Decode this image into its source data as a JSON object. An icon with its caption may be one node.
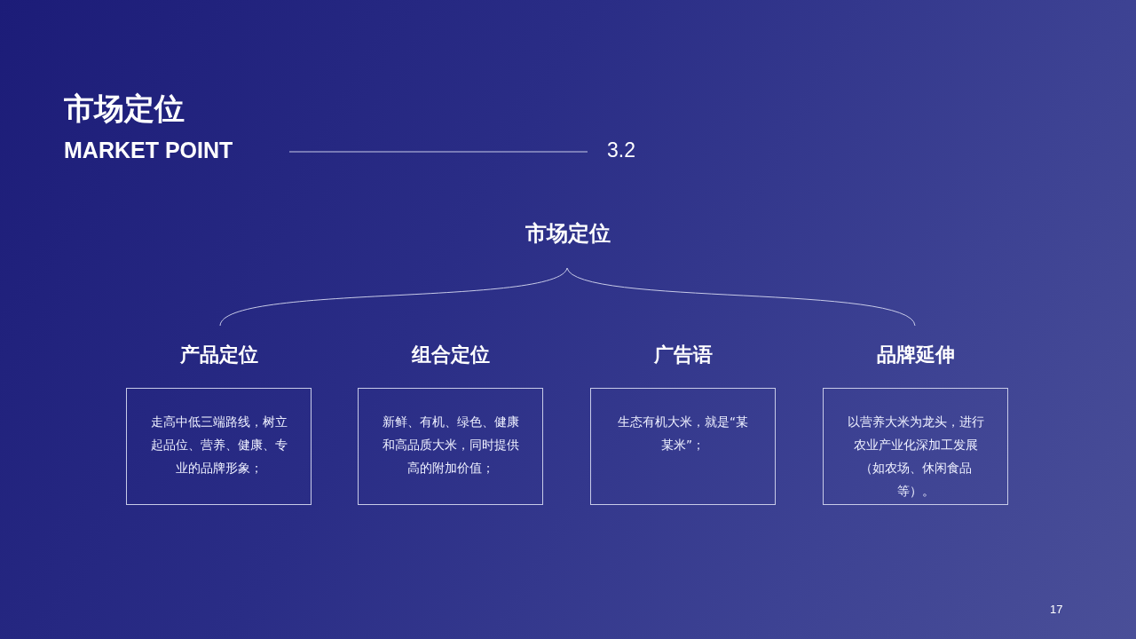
{
  "diagram": {
    "title": "市场定位",
    "nodes": [
      {
        "text": [
          "市场定位"
        ]
      },
      {
        "text": [
          "产品定位",
          "走高中低三端路线，树立起品位、营养、健康、专业的品牌形象；"
        ]
      },
      {
        "text": [
          "组合定位",
          "新鲜、有机、绿色、健康和高品质大米，同时提供高的附加价值；"
        ]
      },
      {
        "text": [
          "广告语",
          "生态有机大米，就是“某某米”；"
        ]
      },
      {
        "text": [
          "品牌延伸",
          "以营养大米为龙头，进行农业产业化深加工发展（如农场、休闲食品等）。"
        ]
      }
    ],
    "labels": [
      "MARKET POINT",
      "3.2",
      "17"
    ]
  }
}
